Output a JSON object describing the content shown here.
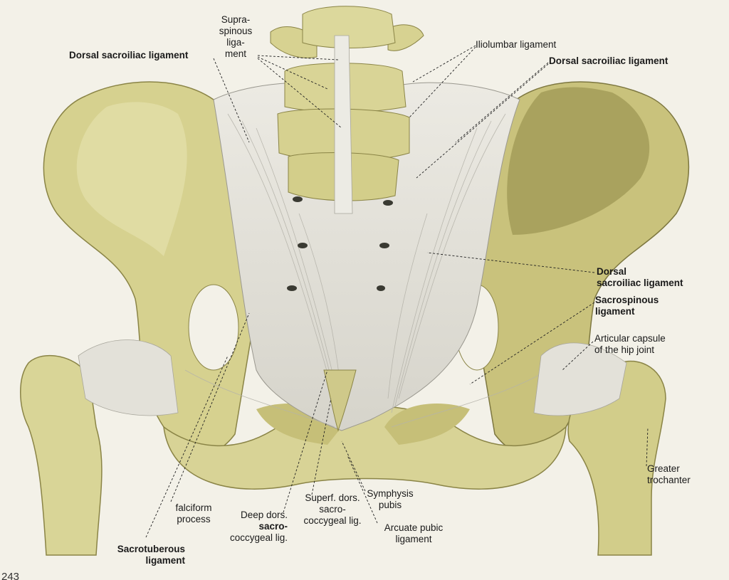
{
  "colors": {
    "background": "#f3f1e8",
    "bone": "#dcd79a",
    "bone_shadow": "#9c9650",
    "ligament": "#e6e4dc",
    "ligament_shade": "#b9b7ae",
    "line": "#222222"
  },
  "labels": {
    "supraspinous": "Supra-\nspinous\nliga-\nment",
    "dorsal_si_upper_left": "Dorsal sacroiliac ligament",
    "iliolumbar": "Iliolumbar ligament",
    "dorsal_si_upper_right": "Dorsal sacroiliac ligament",
    "dorsal_si_mid_right": "Dorsal\nsacroiliac ligament",
    "sacrospinous": "Sacrospinous\nligament",
    "articular_capsule": "Articular capsule\nof the hip joint",
    "greater_trochanter": "Greater\ntrochanter",
    "falciform": "falciform\nprocess",
    "sacrotuberous": "Sacrotuberous\nligament",
    "deep_dors": "Deep dors.",
    "deep_dors_bold": "sacro-",
    "deep_dors_rest": "coccygeal lig.",
    "superf_dors": "Superf. dors.\nsacro-\ncoccygeal lig.",
    "symphysis": "Symphysis\npubis",
    "arcuate": "Arcuate pubic\nligament",
    "page_number": "243"
  }
}
